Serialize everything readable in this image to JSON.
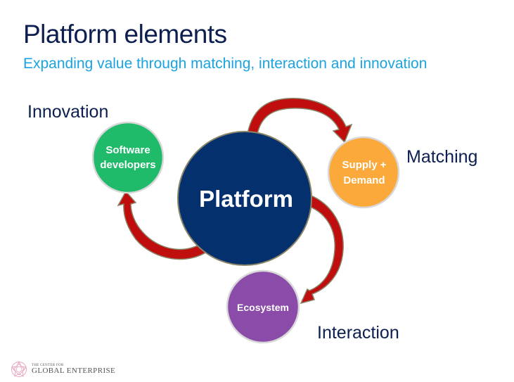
{
  "slide": {
    "title": "Platform elements",
    "subtitle": "Expanding value through matching, interaction and innovation"
  },
  "labels": {
    "innovation": "Innovation",
    "matching": "Matching",
    "interaction": "Interaction"
  },
  "nodes": {
    "platform": {
      "line1": "Platform",
      "color": "#04306e"
    },
    "software": {
      "line1": "Software",
      "line2": "developers",
      "color": "#1fba6a"
    },
    "supply": {
      "line1": "Supply +",
      "line2": "Demand",
      "color": "#fba93a"
    },
    "ecosystem": {
      "line1": "Ecosystem",
      "color": "#8a4ca8"
    }
  },
  "arrows": {
    "color": "#c00d0d",
    "outline": "#8a8468"
  },
  "footer": {
    "logo_line1": "THE CENTER FOR",
    "logo_line2": "GLOBAL ENTERPRISE"
  }
}
